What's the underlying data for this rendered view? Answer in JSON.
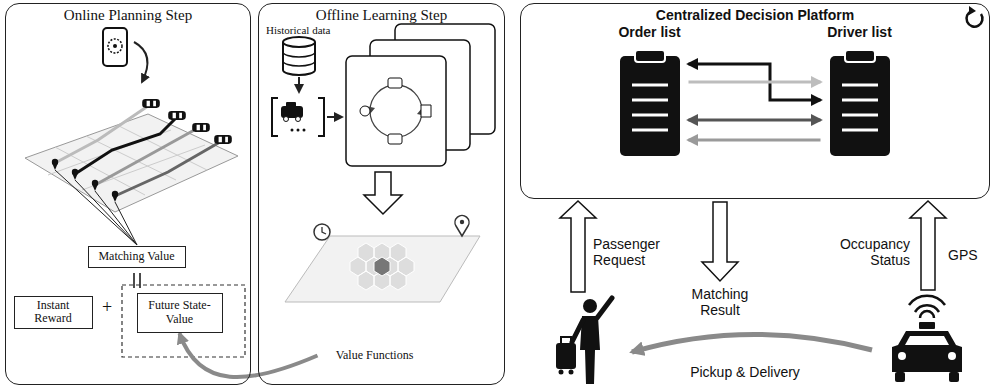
{
  "diagram": {
    "nodes": [
      {
        "text": [
          "Online Planning Step"
        ]
      },
      {
        "text": [
          "Offline Learning Step"
        ]
      },
      {
        "text": [
          "Centralized Decision Platform"
        ]
      },
      {
        "text": [
          "Matching Value"
        ],
        "in": 0
      },
      {
        "text": [
          "Instant Reward"
        ],
        "in": 0
      },
      {
        "text": [
          "Future State-Value"
        ],
        "in": 0
      },
      {
        "text": [
          "Order list"
        ],
        "in": 2
      },
      {
        "text": [
          "Driver list"
        ],
        "in": 2
      },
      {
        "text": [
          "Value Functions"
        ],
        "in": 1
      }
    ],
    "edges": [
      {
        "from": 6,
        "to": 7,
        "arrow": "both"
      },
      {
        "from": 6,
        "to": 7,
        "arrow": "to"
      },
      {
        "from": 6,
        "to": 7,
        "arrow": "both"
      },
      {
        "from": 7,
        "to": 6,
        "arrow": "to"
      },
      {
        "from": 8,
        "to": 5,
        "arrow": "to"
      }
    ],
    "labels": [
      "Historical data",
      "+",
      "Passenger Request",
      "Matching Result",
      "Occupancy Status",
      "GPS",
      "Pickup & Delivery"
    ]
  }
}
